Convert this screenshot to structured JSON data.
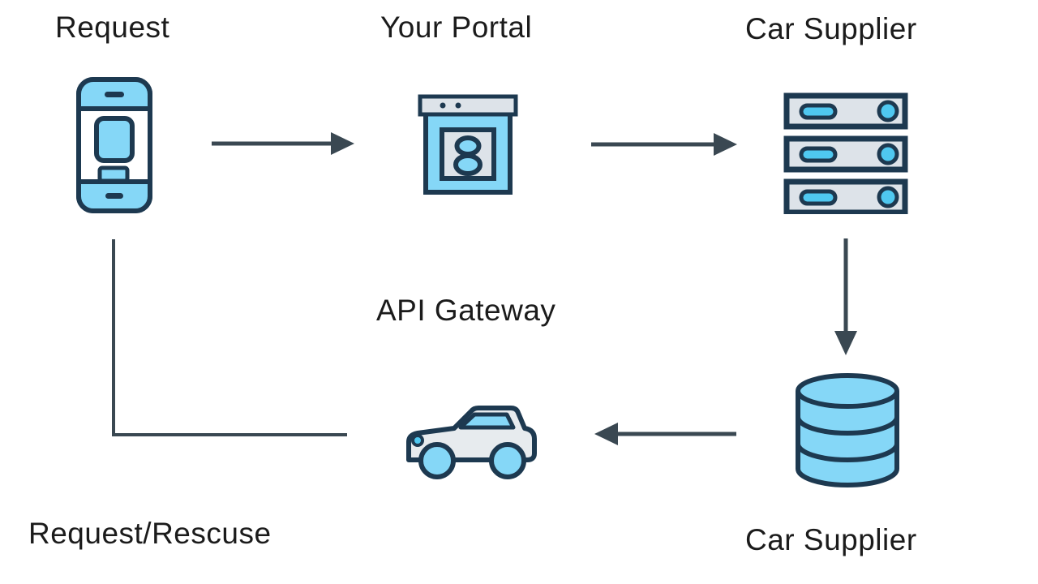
{
  "diagram": {
    "labels": {
      "request": "Request",
      "your_portal": "Your Portal",
      "car_supplier_top": "Car Supplier",
      "api_gateway": "API Gateway",
      "request_rescuse": "Request/Rescuse",
      "car_supplier_bottom": "Car Supplier"
    },
    "icons": [
      "smartphone-icon",
      "browser-window-icon",
      "server-stack-icon",
      "database-icon",
      "car-icon"
    ],
    "colors": {
      "background": "#ffffff",
      "text": "#1b1b1b",
      "outline_navy": "#1d3950",
      "sky_blue": "#85d7f7",
      "cyan_accent": "#4fc8f0",
      "light_gray": "#dde3e9",
      "car_body": "#e7ebee",
      "arrow": "#3a4852"
    },
    "arrows": [
      {
        "from": "request-phone",
        "to": "your-portal",
        "direction": "right",
        "head": true
      },
      {
        "from": "your-portal",
        "to": "car-supplier-servers",
        "direction": "right",
        "head": true
      },
      {
        "from": "car-supplier-servers",
        "to": "car-supplier-database",
        "direction": "down",
        "head": true
      },
      {
        "from": "car-supplier-database",
        "to": "api-gateway-car",
        "direction": "left",
        "head": true
      },
      {
        "from": "api-gateway-car",
        "to": "request-phone",
        "direction": "elbow",
        "head": false
      }
    ]
  }
}
